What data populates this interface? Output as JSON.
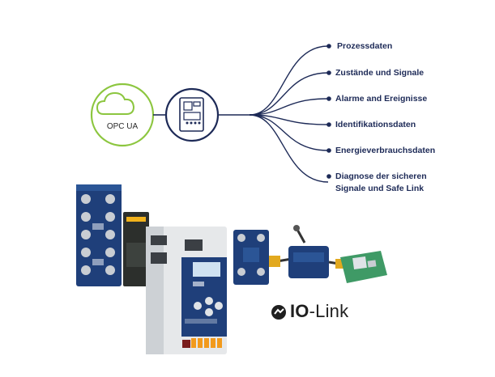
{
  "cloud_label": "OPC UA",
  "data_items": [
    "Prozessdaten",
    "Zustände und Signale",
    "Alarme and Ereignisse",
    "Identifikationsdaten",
    "Energieverbrauchsdaten",
    "Diagnose der sicheren",
    "Signale und Safe Link"
  ],
  "iolink": {
    "strong": "IO",
    "rest": "-Link"
  },
  "colors": {
    "navy": "#1d2a57",
    "green": "#8cc63f",
    "device_blue": "#1f3f7a",
    "gateway_grey": "#e6e8ea",
    "terminal_orange": "#f29a1c"
  }
}
